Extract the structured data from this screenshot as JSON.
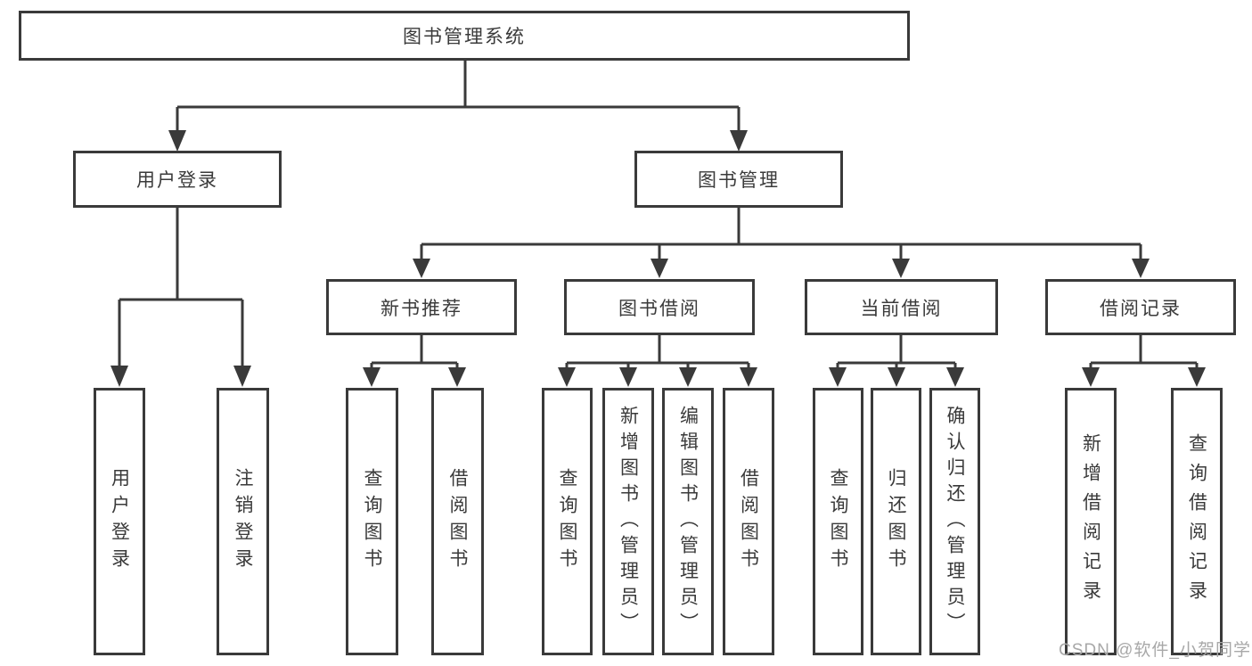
{
  "tree": {
    "root": {
      "label": "图书管理系统"
    },
    "branches": [
      {
        "label": "用户登录",
        "children": [
          {
            "label": "用户登录"
          },
          {
            "label": "注销登录"
          }
        ]
      },
      {
        "label": "图书管理",
        "children": [
          {
            "label": "新书推荐",
            "children": [
              {
                "label": "查询图书"
              },
              {
                "label": "借阅图书"
              }
            ]
          },
          {
            "label": "图书借阅",
            "children": [
              {
                "label": "查询图书"
              },
              {
                "label": "新增图书（管理员）"
              },
              {
                "label": "编辑图书（管理员）"
              },
              {
                "label": "借阅图书"
              }
            ]
          },
          {
            "label": "当前借阅",
            "children": [
              {
                "label": "查询图书"
              },
              {
                "label": "归还图书"
              },
              {
                "label": "确认归还（管理员）"
              }
            ]
          },
          {
            "label": "借阅记录",
            "children": [
              {
                "label": "新增借阅记录"
              },
              {
                "label": "查询借阅记录"
              }
            ]
          }
        ]
      }
    ]
  },
  "watermark": {
    "text": "CSDN @软件_小贺同学"
  },
  "colors": {
    "line": "#3a3a3a",
    "text": "#3a3a3a",
    "background": "#ffffff",
    "watermark": "#a8a8a8"
  }
}
